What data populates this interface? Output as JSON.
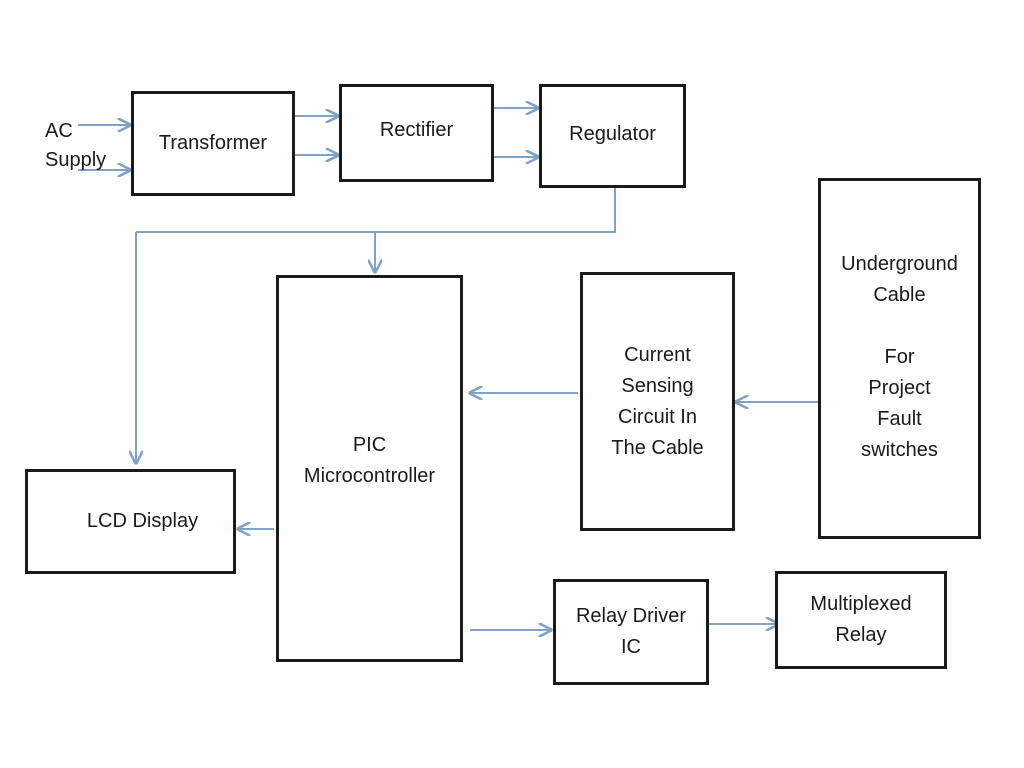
{
  "diagram": {
    "input_label": "AC\nSupply",
    "blocks": {
      "transformer": "Transformer",
      "rectifier": "Rectifier",
      "regulator": "Regulator",
      "pic": "PIC\nMicrocontroller",
      "lcd": "LCD Display",
      "current_sensing": "Current\nSensing\nCircuit In\nThe Cable",
      "underground_cable": "Underground\nCable\n\nFor\nProject\nFault\nswitches",
      "relay_driver": "Relay Driver\nIC",
      "multiplexed_relay": "Multiplexed\nRelay"
    },
    "colors": {
      "arrow": "#7ea2c8",
      "border": "#1a1a1a",
      "background": "#ffffff"
    }
  }
}
